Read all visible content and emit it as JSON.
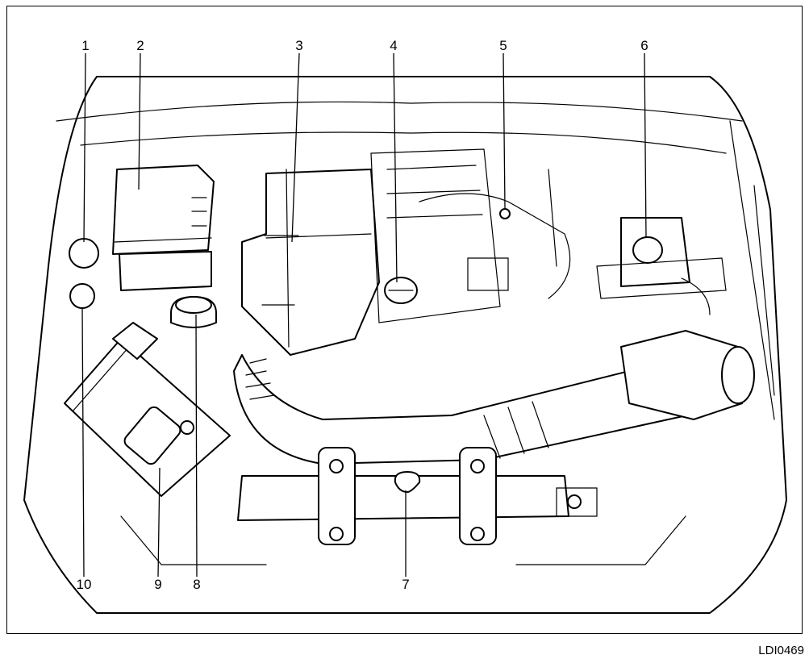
{
  "diagram": {
    "callouts": [
      {
        "id": "1",
        "label": "1"
      },
      {
        "id": "2",
        "label": "2"
      },
      {
        "id": "3",
        "label": "3"
      },
      {
        "id": "4",
        "label": "4"
      },
      {
        "id": "5",
        "label": "5"
      },
      {
        "id": "6",
        "label": "6"
      },
      {
        "id": "7",
        "label": "7"
      },
      {
        "id": "8",
        "label": "8"
      },
      {
        "id": "9",
        "label": "9"
      },
      {
        "id": "10",
        "label": "10"
      }
    ],
    "figure_code": "LDI0469"
  }
}
